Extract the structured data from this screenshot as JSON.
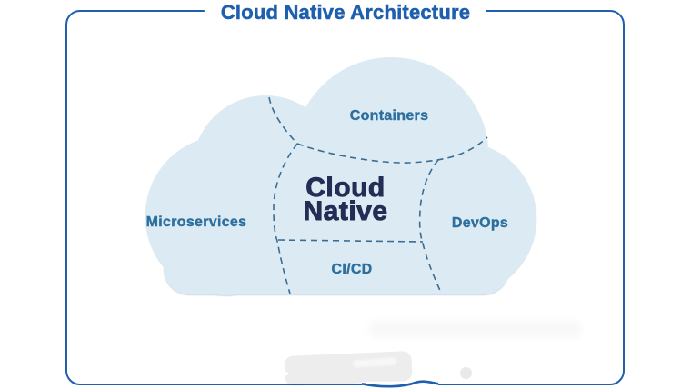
{
  "title": "Cloud Native Architecture",
  "cloud": {
    "center_title_line1": "Cloud",
    "center_title_line2": "Native",
    "regions": {
      "top": "Containers",
      "left": "Microservices",
      "right": "DevOps",
      "bottom": "CI/CD"
    }
  },
  "colors": {
    "accent_blue": "#1e5fae",
    "cloud_fill": "#dcebf3",
    "dashed_line": "#3a6d94",
    "region_label": "#2d6f9f",
    "center_label": "#232d55",
    "smudge_gray": "#ededed"
  }
}
